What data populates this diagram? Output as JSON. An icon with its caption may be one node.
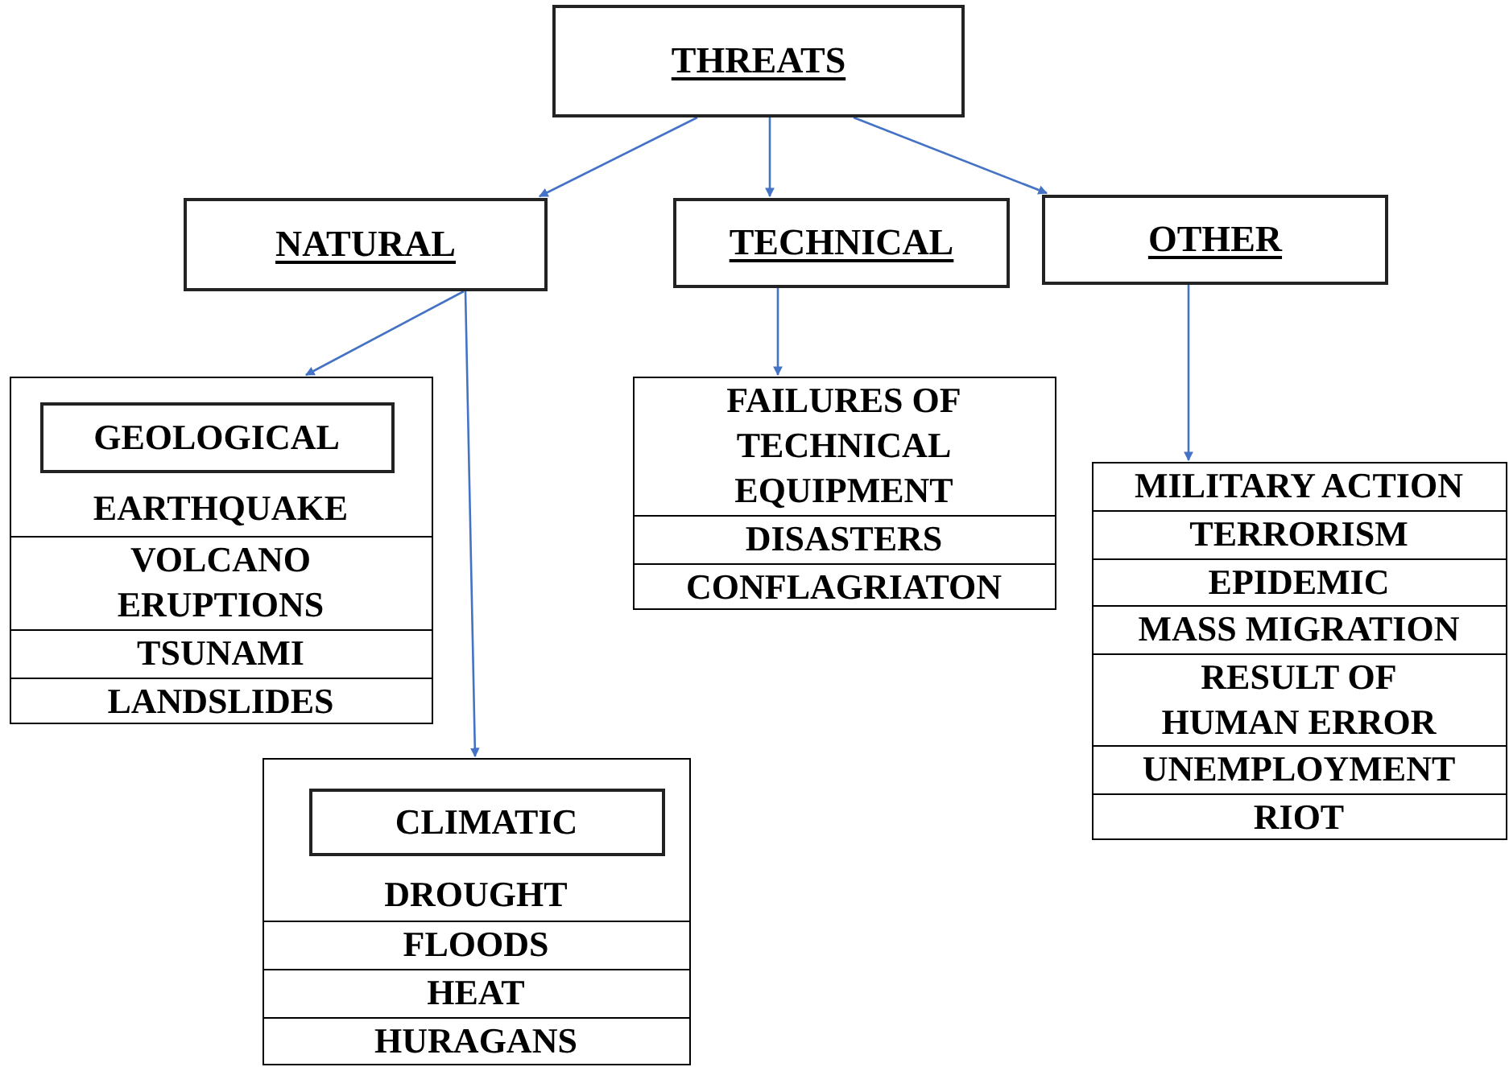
{
  "diagram": {
    "nodes": [
      {
        "text": [
          "THREATS"
        ]
      },
      {
        "text": [
          "NATURAL"
        ]
      },
      {
        "text": [
          "TECHNICAL"
        ]
      },
      {
        "text": [
          "OTHER"
        ]
      },
      {
        "text": [],
        "shape": "box"
      },
      {
        "text": [
          "GEOLOGICAL"
        ],
        "in": 4
      },
      {
        "text": [
          "EARTHQUAKE"
        ],
        "in": 4
      },
      {
        "text": [
          "VOLCANO ERUPTIONS"
        ],
        "in": 4
      },
      {
        "text": [
          "TSUNAMI"
        ],
        "in": 4
      },
      {
        "text": [
          "LANDSLIDES"
        ],
        "in": 4
      },
      {
        "text": [],
        "shape": "box"
      },
      {
        "text": [
          "FAILURES OF TECHNICAL EQUIPMENT"
        ],
        "in": 10
      },
      {
        "text": [
          "DISASTERS"
        ],
        "in": 10
      },
      {
        "text": [
          "CONFLAGRIATON"
        ],
        "in": 10
      },
      {
        "text": [],
        "shape": "box"
      },
      {
        "text": [
          "MILITARY ACTION"
        ],
        "in": 14
      },
      {
        "text": [
          "TERRORISM"
        ],
        "in": 14
      },
      {
        "text": [
          "EPIDEMIC"
        ],
        "in": 14
      },
      {
        "text": [
          "MASS MIGRATION"
        ],
        "in": 14
      },
      {
        "text": [
          "RESULT OF HUMAN ERROR"
        ],
        "in": 14
      },
      {
        "text": [
          "UNEMPLOYMENT"
        ],
        "in": 14
      },
      {
        "text": [
          "RIOT"
        ],
        "in": 14
      },
      {
        "text": [],
        "shape": "box"
      },
      {
        "text": [
          "CLIMATIC"
        ],
        "in": 22
      },
      {
        "text": [
          "DROUGHT"
        ],
        "in": 22
      },
      {
        "text": [
          "FLOODS"
        ],
        "in": 22
      },
      {
        "text": [
          "HEAT"
        ],
        "in": 22
      },
      {
        "text": [
          "HURAGANS"
        ],
        "in": 22
      }
    ],
    "edges": [
      {
        "from": 0,
        "to": 1,
        "arrow": "to"
      },
      {
        "from": 0,
        "to": 2,
        "arrow": "to"
      },
      {
        "from": 0,
        "to": 3,
        "arrow": "to"
      },
      {
        "from": 1,
        "to": 4,
        "arrow": "to"
      },
      {
        "from": 1,
        "to": 22,
        "arrow": "to"
      },
      {
        "from": 2,
        "to": 10,
        "arrow": "to"
      },
      {
        "from": 3,
        "to": 14,
        "arrow": "to"
      }
    ]
  }
}
